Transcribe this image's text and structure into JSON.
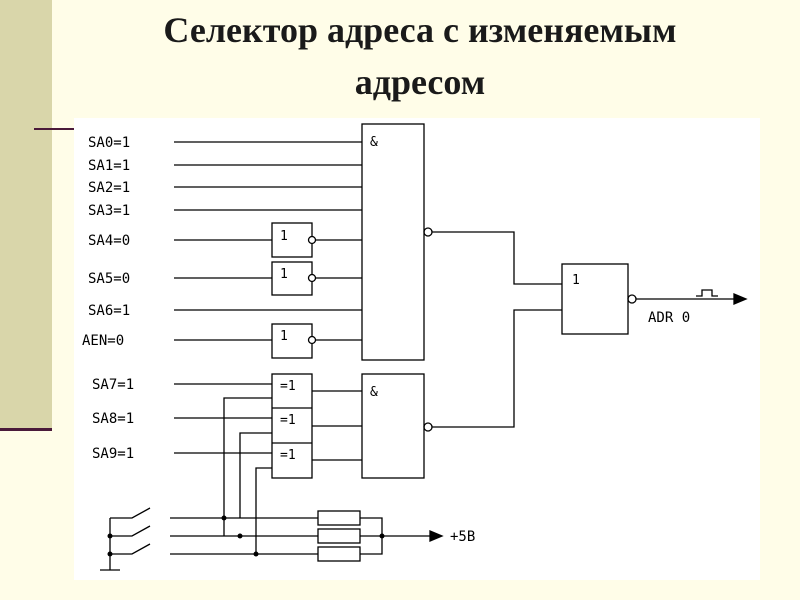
{
  "slide": {
    "title_line1": "Селектор адреса с изменяемым",
    "title_line2": "адресом"
  },
  "diagram": {
    "address_inputs": [
      "SA0=1",
      "SA1=1",
      "SA2=1",
      "SA3=1",
      "SA4=0",
      "SA5=0",
      "SA6=1",
      "AEN=0"
    ],
    "switch_inputs": [
      "SA7=1",
      "SA8=1",
      "SA9=1"
    ],
    "and_symbol": "&",
    "or_symbol": "1",
    "inverter_symbol": "1",
    "xnor_symbol": "=1",
    "output_label": "ADR 0",
    "supply_label": "+5B"
  }
}
